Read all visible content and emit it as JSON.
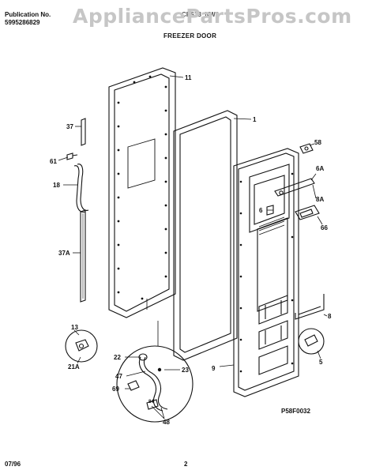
{
  "header": {
    "publication_label": "Publication No.",
    "publication_number": "5995286829",
    "model_code": "CFS23_NW1",
    "watermark": "AppliancePartsPros.com",
    "section_title": "FREEZER DOOR"
  },
  "callouts": {
    "c11": "11",
    "c1": "1",
    "c37": "37",
    "c61": "61",
    "c18": "18",
    "c37a": "37A",
    "c58": "58",
    "c6a_top": "6A",
    "c6a_mid": "8A",
    "c6": "6",
    "c66": "66",
    "c8": "8",
    "c5": "5",
    "c9": "9",
    "c13": "13",
    "c21a": "21A",
    "c22": "22",
    "c47": "47",
    "c23": "23",
    "c69": "69",
    "c48": "48",
    "c84": "84"
  },
  "diagram_code": "P58F0032",
  "footer": {
    "date": "07/96",
    "page": "2"
  }
}
